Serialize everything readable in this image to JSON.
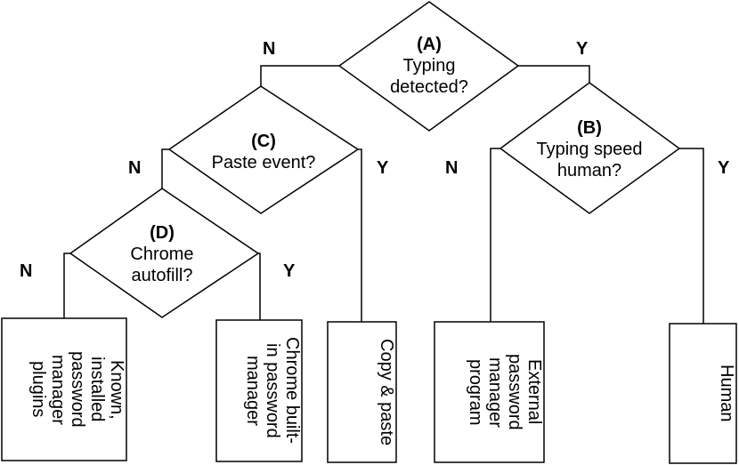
{
  "decisions": {
    "a": {
      "id": "(A)",
      "lines": [
        "Typing",
        "detected?"
      ],
      "no": "N",
      "yes": "Y"
    },
    "b": {
      "id": "(B)",
      "lines": [
        "Typing speed",
        "human?"
      ],
      "no": "N",
      "yes": "Y"
    },
    "c": {
      "id": "(C)",
      "lines": [
        "Paste event?"
      ],
      "no": "N",
      "yes": "Y"
    },
    "d": {
      "id": "(D)",
      "lines": [
        "Chrome",
        "autofill?"
      ],
      "no": "N",
      "yes": "Y"
    }
  },
  "outcomes": {
    "known_plugins": [
      "Known,",
      "installed",
      "password",
      "manager",
      "plugins"
    ],
    "chrome_builtin": [
      "Chrome built-",
      "in password",
      "manager"
    ],
    "copy_paste": [
      "Copy & paste"
    ],
    "external_program": [
      "External",
      "password",
      "manager",
      "program"
    ],
    "human": [
      "Human"
    ]
  },
  "colors": {
    "stroke": "#000000",
    "fill": "#ffffff"
  }
}
